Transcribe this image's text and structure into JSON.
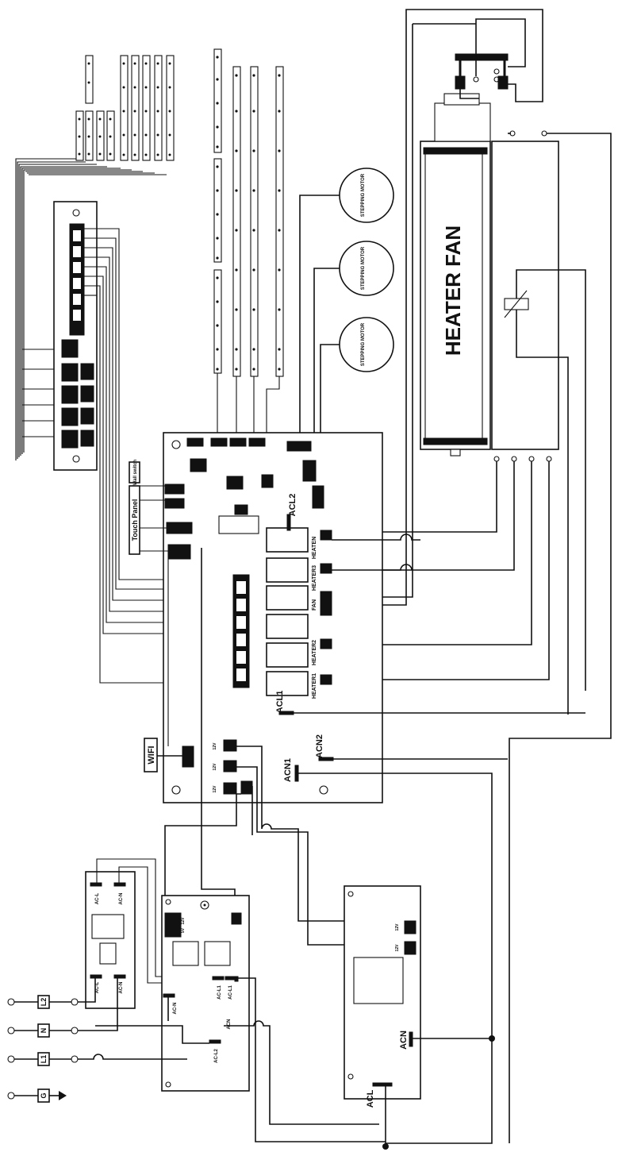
{
  "components": {
    "heater_fan": "HEATER FAN",
    "stepping_motors": [
      "STEPPING MOTOR",
      "STEPPING MOTOR",
      "STEPPING MOTOR"
    ],
    "wifi": "WIFI",
    "touch_panel": "Touch Panel",
    "wall_switch": "Wall switch"
  },
  "main_board": {
    "relays": [
      "HEATEN",
      "HEATER3",
      "FAN",
      "HEATER2",
      "HEATER1"
    ],
    "terminals": [
      "ACL2",
      "ACL1",
      "ACN2",
      "ACN1"
    ],
    "dc_outputs": [
      "12V",
      "12V",
      "12V"
    ]
  },
  "filter_board": {
    "terminals": [
      "AC-L",
      "AC-N",
      "AC-L",
      "AC-N"
    ]
  },
  "power_board": {
    "terminals": [
      "AC-N",
      "AC-L1",
      "AC-L1",
      "ACN",
      "AC-L2"
    ],
    "outputs": [
      "12V",
      "5V"
    ]
  },
  "psu": {
    "terminals": [
      "ACN",
      "ACL"
    ],
    "outputs": [
      "12V",
      "12V"
    ]
  },
  "mains_input": {
    "terminals": [
      "L2",
      "N",
      "L1",
      "G"
    ]
  }
}
